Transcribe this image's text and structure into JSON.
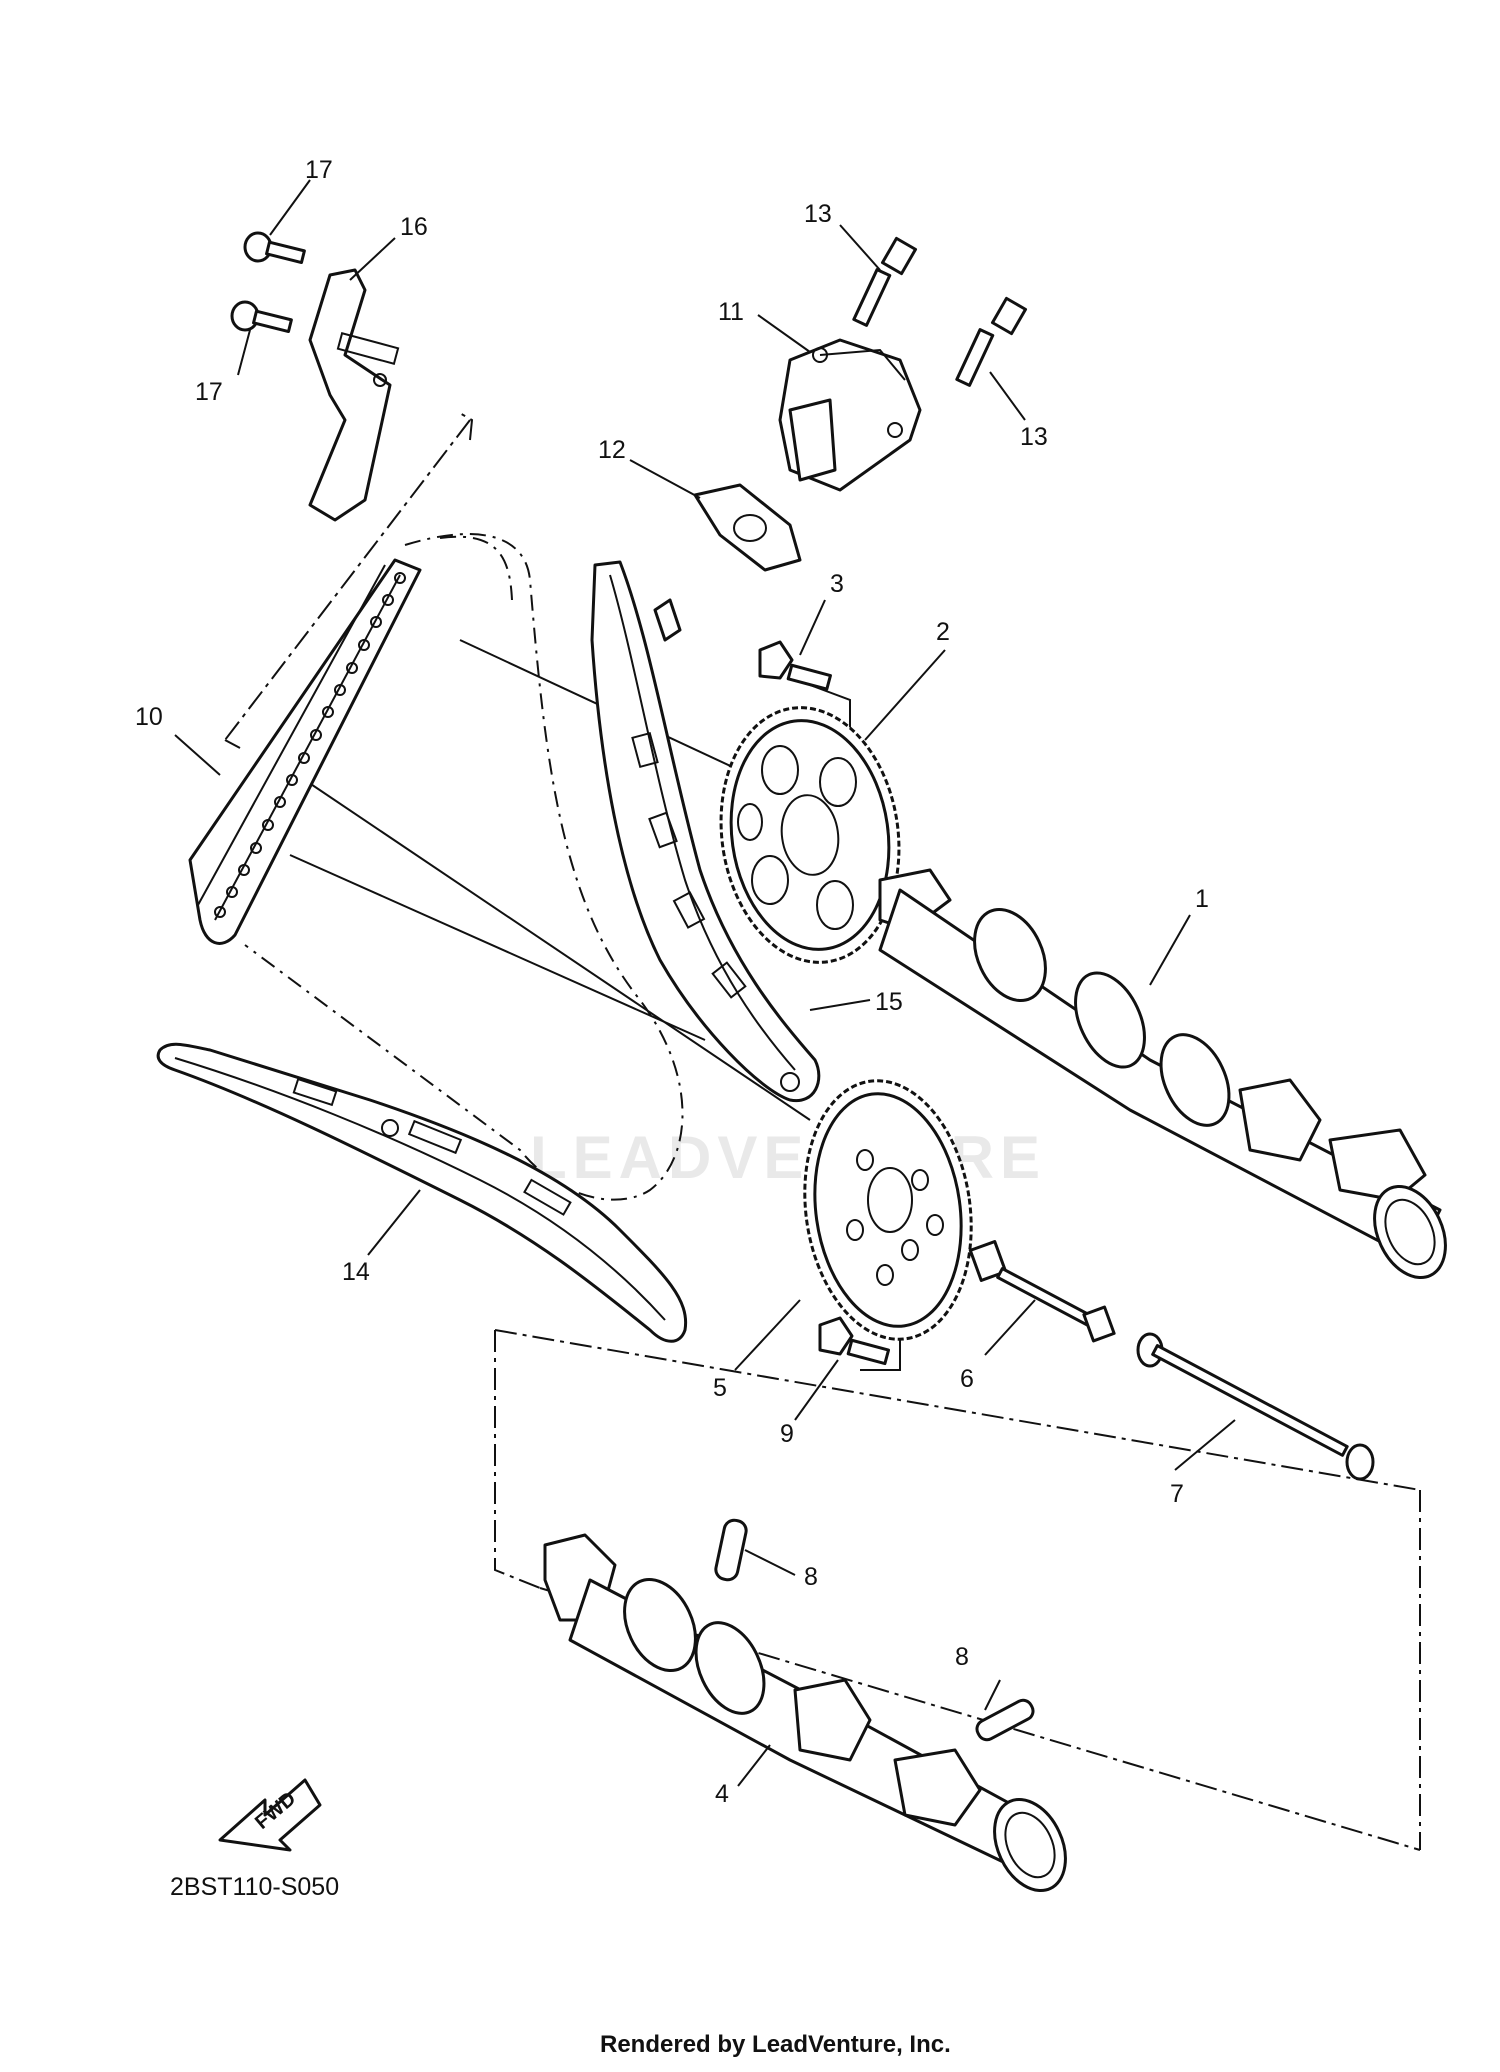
{
  "diagram": {
    "drawing_code": "2BST110-S050",
    "footer": "Rendered by LeadVenture, Inc.",
    "watermark": "LEADVENTURE",
    "fwd_label": "FWD",
    "callouts": {
      "c1": "1",
      "c2": "2",
      "c3": "3",
      "c4": "4",
      "c5": "5",
      "c6": "6",
      "c7": "7",
      "c8a": "8",
      "c8b": "8",
      "c9": "9",
      "c10": "10",
      "c11": "11",
      "c12": "12",
      "c13a": "13",
      "c13b": "13",
      "c14": "14",
      "c15": "15",
      "c16": "16",
      "c17a": "17",
      "c17b": "17"
    }
  }
}
